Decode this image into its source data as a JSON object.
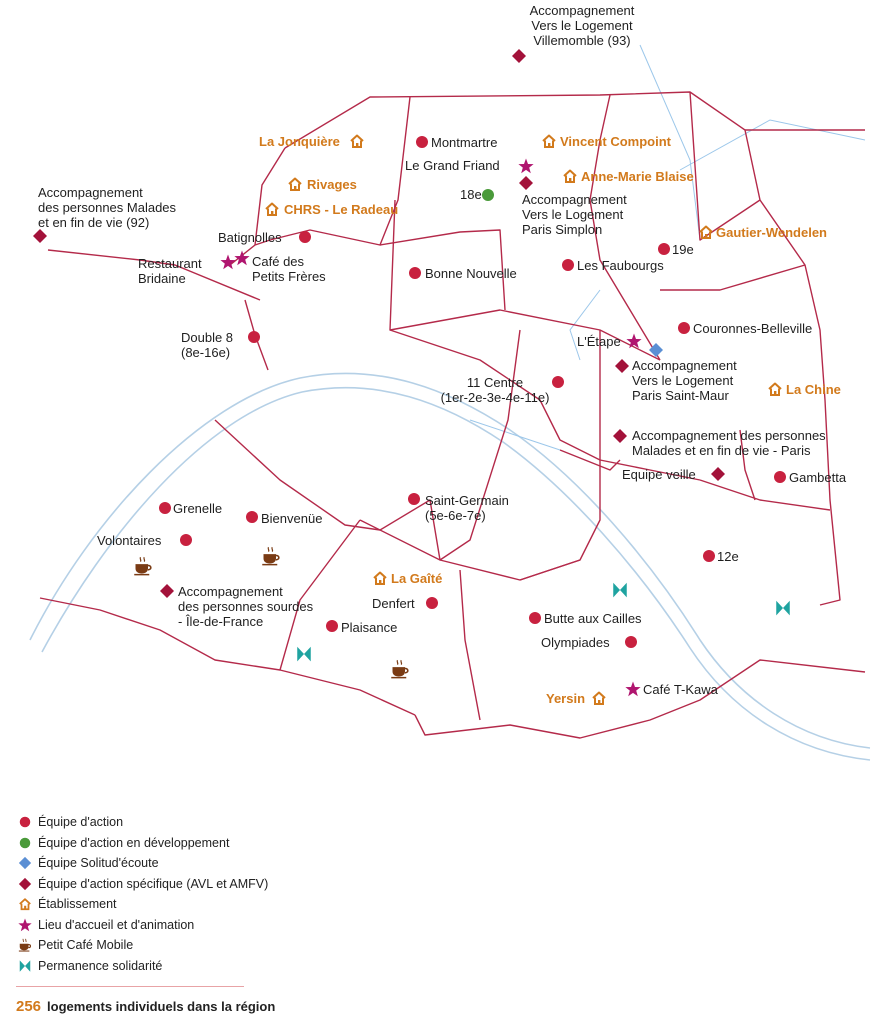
{
  "colors": {
    "action": "#c8213f",
    "developpement": "#4a9a3a",
    "solitudecoute": "#5b8fd4",
    "specifique": "#a3123a",
    "etablissement": "#d27a1c",
    "accueil": "#b0156f",
    "cafe": "#7a3b14",
    "permanence": "#1fa3a0",
    "boundary": "#b42a4a",
    "river": "#b5d0e6",
    "rail": "#9cc7ea"
  },
  "icon_names": {
    "action": "red-dot-icon",
    "developpement": "green-dot-icon",
    "solitudecoute": "blue-diamond-icon",
    "specifique": "red-diamond-icon",
    "etablissement": "house-icon",
    "accueil": "star-icon",
    "cafe": "coffee-cup-icon",
    "permanence": "bowtie-icon"
  },
  "places": {
    "villemomble": [
      "Accompagnement",
      "Vers le Logement",
      "Villemomble (93)"
    ],
    "malades92": [
      "Accompagnement",
      "des personnes Malades",
      "et en fin de vie (92)"
    ],
    "jonquiere": "La Jonquière",
    "rivages": "Rivages",
    "radeau": "CHRS - Le Radeau",
    "montmartre": "Montmartre",
    "vincent": "Vincent Compoint",
    "grandfriand": "Le Grand Friand",
    "annemarie": "Anne-Marie Blaise",
    "dix8": "18e",
    "simplon": [
      "Accompagnement",
      "Vers le Logement",
      "Paris Simplon"
    ],
    "gautier": "Gautier-Wendelen",
    "batignolles": "Batignolles",
    "bridaine": [
      "Restaurant",
      "Bridaine"
    ],
    "petitsfreres": [
      "Café des",
      "Petits Frères"
    ],
    "bonnenouvelle": "Bonne Nouvelle",
    "faubourgs": "Les Faubourgs",
    "dix9": "19e",
    "double8": [
      "Double 8",
      "(8e-16e)"
    ],
    "etape": "L'Étape",
    "couronnes": "Couronnes-Belleville",
    "saintmaur": [
      "Accompagnement",
      "Vers le Logement",
      "Paris Saint-Maur"
    ],
    "onzecentre": [
      "11 Centre",
      "(1er-2e-3e-4e-11e)"
    ],
    "lachine": "La Chine",
    "maladesparis": [
      "Accompagnement des personnes",
      "Malades et en fin de vie - Paris"
    ],
    "veille": "Equipe veille",
    "gambetta": "Gambetta",
    "grenelle": "Grenelle",
    "bienvenue": "Bienvenüe",
    "saintgermain": [
      "Saint-Germain",
      "(5e-6e-7e)"
    ],
    "volontaires": "Volontaires",
    "douze": "12e",
    "sourds": [
      "Accompagnement",
      "des personnes sourdes",
      "- Île-de-France"
    ],
    "gaite": "La Gaîté",
    "denfert": "Denfert",
    "plaisance": "Plaisance",
    "butte": "Butte aux Cailles",
    "olympiades": "Olympiades",
    "yersin": "Yersin",
    "tkawa": "Café T-Kawa"
  },
  "legend": [
    {
      "kind": "action",
      "label": "Équipe d'action"
    },
    {
      "kind": "developpement",
      "label": "Équipe d'action en développement"
    },
    {
      "kind": "solitudecoute",
      "label": "Équipe Solitud'écoute"
    },
    {
      "kind": "specifique",
      "label": "Équipe d'action spécifique (AVL et AMFV)"
    },
    {
      "kind": "etablissement",
      "label": "Établissement"
    },
    {
      "kind": "accueil",
      "label": "Lieu d'accueil et d'animation"
    },
    {
      "kind": "cafe",
      "label": "Petit Café Mobile"
    },
    {
      "kind": "permanence",
      "label": "Permanence solidarité"
    }
  ],
  "footer": {
    "count": "256",
    "text": "logements individuels dans la région"
  }
}
